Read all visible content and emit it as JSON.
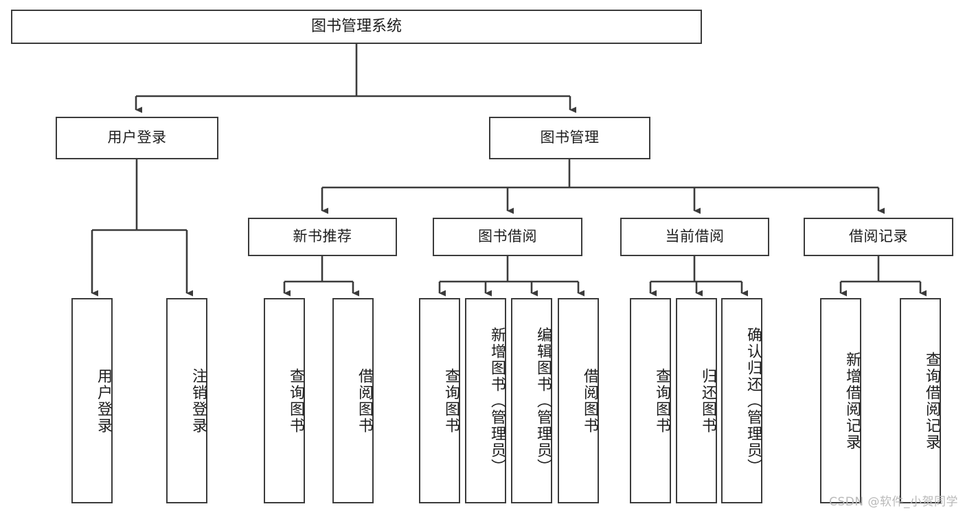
{
  "diagram": {
    "title": "图书管理系统",
    "type": "tree-hierarchy-diagram",
    "watermark": "CSDN @软件_小贺同学",
    "colors": {
      "border": "#3b3b3b",
      "text": "#1d1d1d",
      "background": "#ffffff",
      "watermark": "#b9b9b9"
    },
    "levels": {
      "level0": [
        {
          "id": "root",
          "label": "图书管理系统"
        }
      ],
      "level1": [
        {
          "id": "user-login",
          "label": "用户登录"
        },
        {
          "id": "book-management",
          "label": "图书管理"
        }
      ],
      "level2": [
        {
          "id": "new-book-recommend",
          "label": "新书推荐"
        },
        {
          "id": "book-borrow",
          "label": "图书借阅"
        },
        {
          "id": "current-borrow",
          "label": "当前借阅"
        },
        {
          "id": "borrow-record",
          "label": "借阅记录"
        }
      ],
      "level3": [
        {
          "id": "leaf-user-login",
          "label": "用户登录",
          "parent": "user-login"
        },
        {
          "id": "leaf-user-logout",
          "label": "注销登录",
          "parent": "user-login"
        },
        {
          "id": "leaf-query-book-1",
          "label": "查询图书",
          "parent": "new-book-recommend"
        },
        {
          "id": "leaf-borrow-book-1",
          "label": "借阅图书",
          "parent": "new-book-recommend"
        },
        {
          "id": "leaf-query-book-2",
          "label": "查询图书",
          "parent": "book-borrow"
        },
        {
          "id": "leaf-add-book",
          "label": "新增图书（管理员）",
          "parent": "book-borrow"
        },
        {
          "id": "leaf-edit-book",
          "label": "编辑图书（管理员）",
          "parent": "book-borrow"
        },
        {
          "id": "leaf-borrow-book-2",
          "label": "借阅图书",
          "parent": "book-borrow"
        },
        {
          "id": "leaf-query-book-3",
          "label": "查询图书",
          "parent": "current-borrow"
        },
        {
          "id": "leaf-return-book",
          "label": "归还图书",
          "parent": "current-borrow"
        },
        {
          "id": "leaf-confirm-return",
          "label": "确认归还（管理员）",
          "parent": "current-borrow"
        },
        {
          "id": "leaf-add-record",
          "label": "新增借阅记录",
          "parent": "borrow-record"
        },
        {
          "id": "leaf-query-record",
          "label": "查询借阅记录",
          "parent": "borrow-record"
        }
      ]
    }
  }
}
